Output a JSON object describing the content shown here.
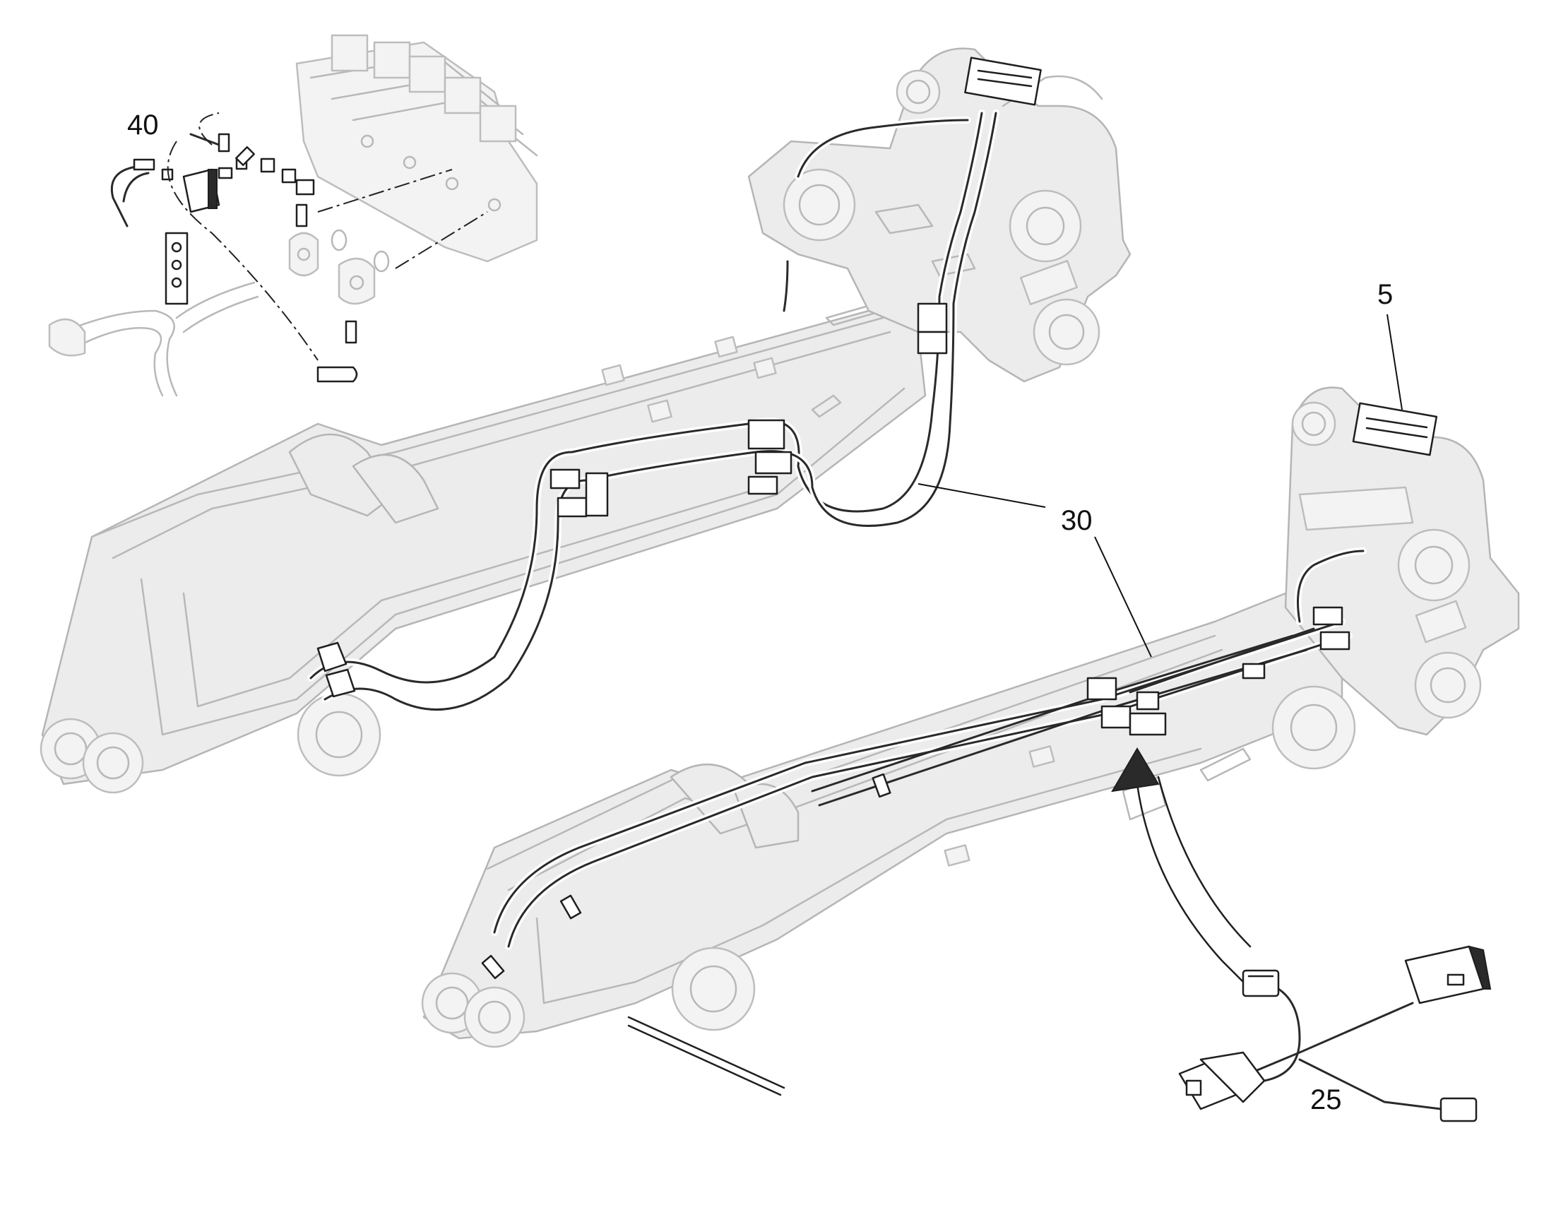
{
  "callouts": [
    {
      "id": "40",
      "text": "40"
    },
    {
      "id": "5",
      "text": "5"
    },
    {
      "id": "30",
      "text": "30"
    },
    {
      "id": "25",
      "text": "25"
    }
  ]
}
